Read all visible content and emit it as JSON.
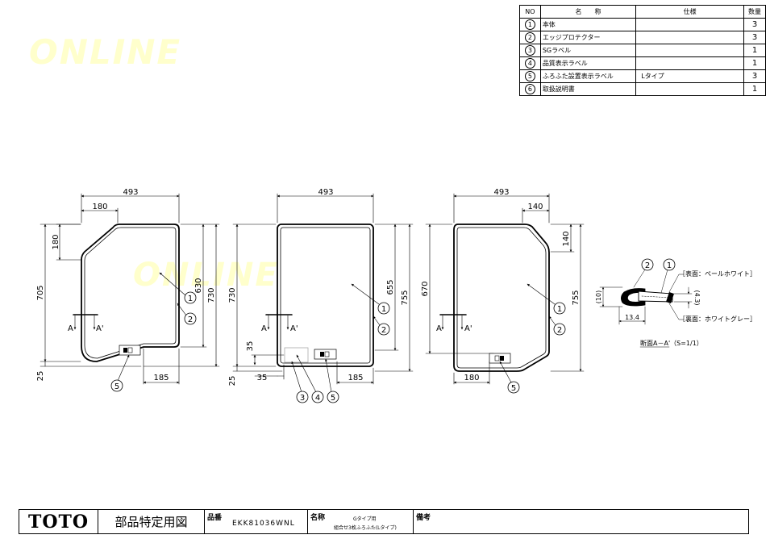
{
  "parts_table": {
    "headers": {
      "no": "NO",
      "name": "名　　称",
      "spec": "仕様",
      "qty": "数量"
    },
    "rows": [
      {
        "no": "1",
        "name": "本体",
        "spec": "",
        "qty": "3"
      },
      {
        "no": "2",
        "name": "エッジプロテクター",
        "spec": "",
        "qty": "3"
      },
      {
        "no": "3",
        "name": "SGラベル",
        "spec": "",
        "qty": "1"
      },
      {
        "no": "4",
        "name": "品質表示ラベル",
        "spec": "",
        "qty": "1"
      },
      {
        "no": "5",
        "name": "ふろふた設置表示ラベル",
        "spec": "Lタイプ",
        "qty": "3"
      },
      {
        "no": "6",
        "name": "取扱説明書",
        "spec": "",
        "qty": "1"
      }
    ]
  },
  "watermark": "ONLINE",
  "views": {
    "left": {
      "width": "493",
      "top_cut": "180",
      "side_cut": "180",
      "height": "705",
      "inner_height": "630",
      "outer_height": "730",
      "bottom_offset": "25",
      "label_offset": "185"
    },
    "center": {
      "width": "493",
      "height": "730",
      "inner_height": "655",
      "outer_height": "755",
      "bottom_offset": "25",
      "sg_offset": "35",
      "sg_height": "35",
      "label_offset": "185"
    },
    "right": {
      "width": "493",
      "top_cut": "140",
      "side_cut": "140",
      "height": "670",
      "outer_height": "755",
      "label_offset": "180"
    }
  },
  "section": {
    "label_a": "A",
    "label_a_prime": "A'",
    "dim_thickness": "(10)",
    "dim_width": "13.4",
    "dim_core": "(4.3)",
    "surface_front": "［表面：ペールホワイト］",
    "surface_back": "［裏面：ホワイトグレー］",
    "caption": "断面A－A'（S=1/1）"
  },
  "balloons": {
    "b1": "1",
    "b2": "2",
    "b3": "3",
    "b4": "4",
    "b5": "5"
  },
  "title_block": {
    "logo": "TOTO",
    "title": "部品特定用図",
    "part_no_label": "品番",
    "part_no": "EKK81036WNL",
    "name_label": "名称",
    "name_line1": "Gタイプ用",
    "name_line2": "組合せ3枚ふろふた(Lタイプ)",
    "notes_label": "備考"
  }
}
